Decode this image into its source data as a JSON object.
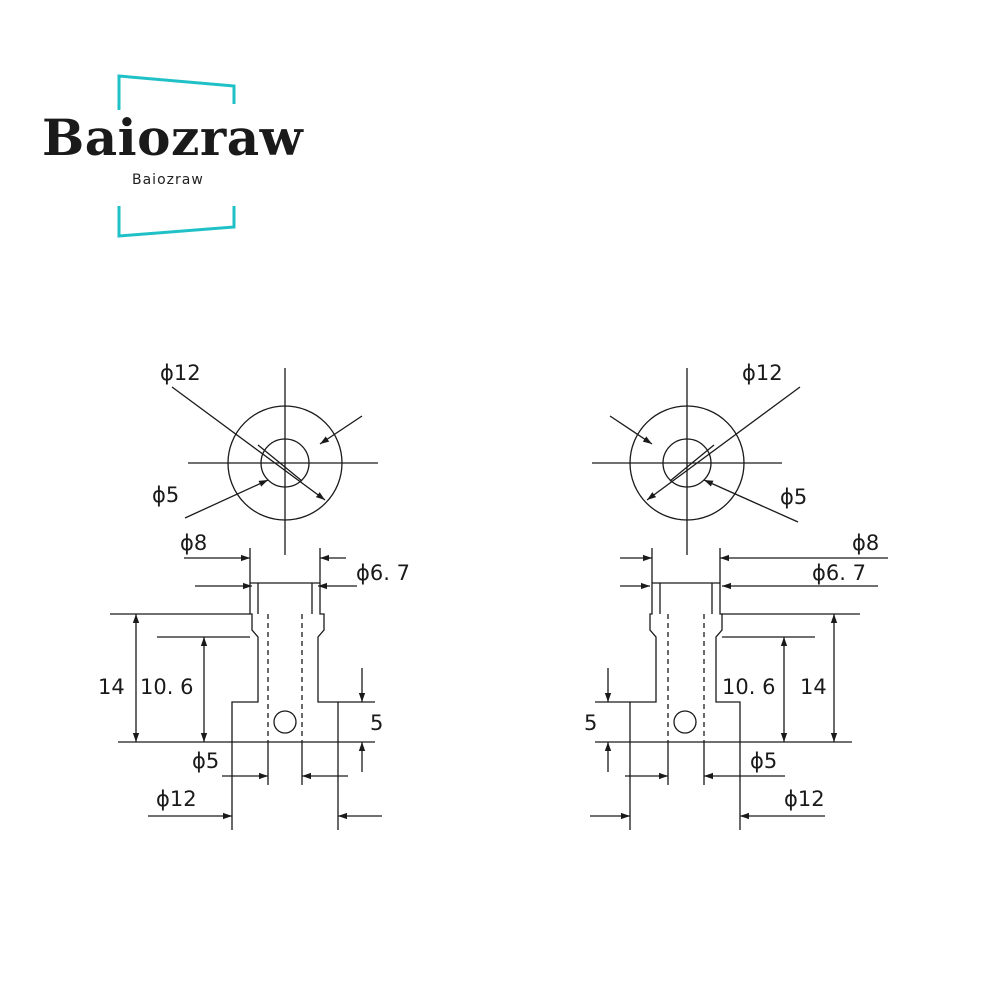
{
  "brand": {
    "name": "Baiozraw",
    "tagline": "Baiozraw",
    "frame_color": "#1fc1c6"
  },
  "left_view": {
    "outer_diameter": "ϕ12",
    "inner_diameter": "ϕ5",
    "collar_diameter": "ϕ8",
    "groove_diameter": "ϕ6. 7",
    "total_height": "14",
    "body_height": "10. 6",
    "hole_height": "5",
    "hole_diameter": "ϕ5",
    "base_diameter": "ϕ12"
  },
  "right_view": {
    "outer_diameter": "ϕ12",
    "inner_diameter": "ϕ5",
    "collar_diameter": "ϕ8",
    "groove_diameter": "ϕ6. 7",
    "total_height": "14",
    "body_height": "10. 6",
    "hole_height": "5",
    "hole_diameter": "ϕ5",
    "base_diameter": "ϕ12"
  }
}
